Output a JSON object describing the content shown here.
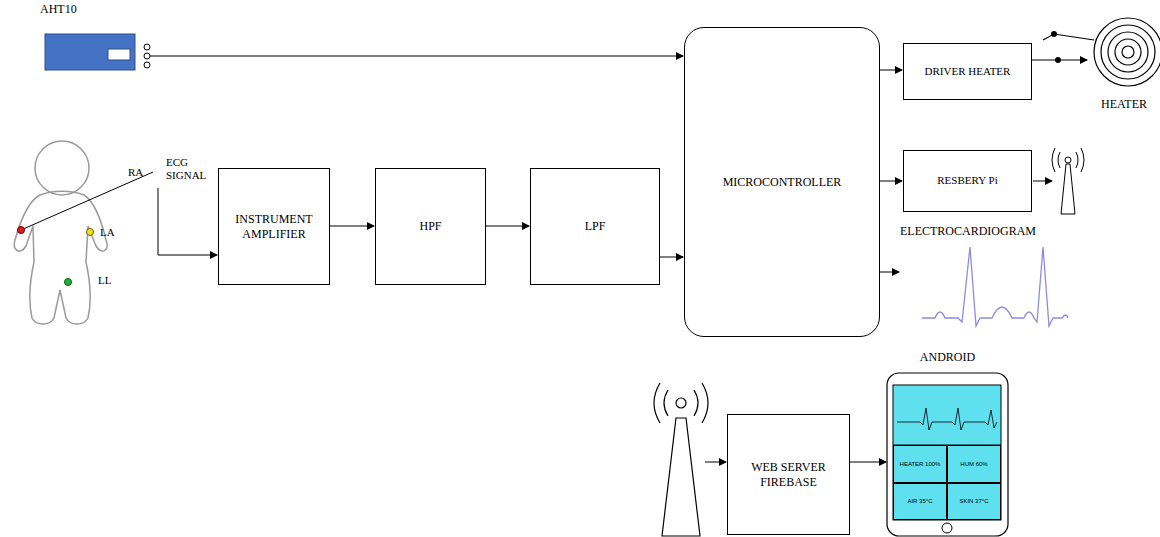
{
  "diagram": {
    "nodes": [
      {
        "text": [
          "AHT10"
        ]
      },
      {
        "text": [
          "MICROCONTROLLER"
        ]
      },
      {
        "text": [
          "DRIVER HEATER"
        ]
      },
      {
        "text": [
          "HEATER"
        ]
      },
      {
        "text": [
          "INSTRUMENT AMPLIFIER"
        ]
      },
      {
        "text": [
          "HPF"
        ]
      },
      {
        "text": [
          "LPF"
        ]
      },
      {
        "text": [
          "RESBERY Pi"
        ]
      },
      {
        "text": [
          "ELECTROCARDIOGRAM"
        ]
      },
      {
        "text": [
          "WEB SERVER FIREBASE"
        ]
      },
      {
        "text": [
          "ANDROID"
        ]
      },
      {
        "text": [
          "HEATER 100%"
        ],
        "in": 10
      },
      {
        "text": [
          "HUM 60%"
        ],
        "in": 10
      },
      {
        "text": [
          "AIR 35°C"
        ],
        "in": 10
      },
      {
        "text": [
          "SKIN 37°C"
        ],
        "in": 10
      }
    ],
    "edges": [
      {
        "from": 0,
        "to": 1,
        "arrow": "to"
      },
      {
        "from": 4,
        "to": 5,
        "arrow": "to"
      },
      {
        "from": 5,
        "to": 6,
        "arrow": "to"
      },
      {
        "from": 6,
        "to": 1,
        "arrow": "to"
      },
      {
        "from": 1,
        "to": 2,
        "arrow": "to"
      },
      {
        "from": 1,
        "to": 7,
        "arrow": "to"
      },
      {
        "from": 1,
        "to": 8,
        "arrow": "to"
      },
      {
        "from": 2,
        "to": 3,
        "arrow": "to"
      },
      {
        "from": 9,
        "to": 10,
        "arrow": "to"
      }
    ],
    "labels": [
      "ECG SIGNAL",
      "RA",
      "LA",
      "LL"
    ]
  }
}
